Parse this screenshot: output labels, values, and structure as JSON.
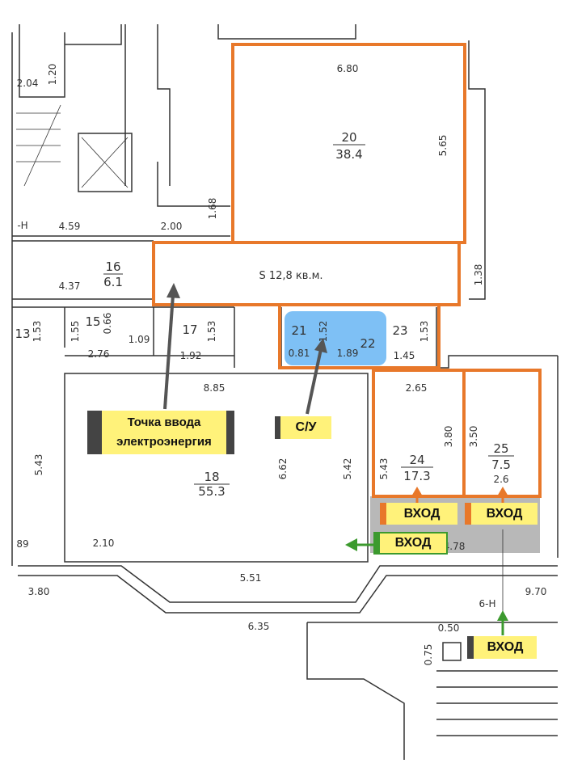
{
  "colors": {
    "outline": "#e8782a",
    "bathroom": "#7ec0f5",
    "entrance_zone": "#b5b5b5",
    "label_bg": "#fff27a",
    "arrow_green": "#3c9a2e",
    "arrow_gray": "#555555"
  },
  "rooms": {
    "r20": {
      "num": "20",
      "area": "38.4"
    },
    "r16": {
      "num": "16",
      "area": "6.1"
    },
    "r18": {
      "num": "18",
      "area": "55.3"
    },
    "r24": {
      "num": "24",
      "area": "17.3"
    },
    "r25": {
      "num": "25",
      "area": "7.5"
    },
    "r21": "21",
    "r22": "22",
    "r23": "23",
    "r15": "15",
    "r17": "17",
    "r13": "13"
  },
  "corridor_area": "S 12,8 кв.м.",
  "dims": [
    "6.80",
    "5.65",
    "2.04",
    "1.20",
    "4.59",
    "-Н",
    "2.00",
    "1.68",
    "4.37",
    "1.53",
    "1.55",
    "0.66",
    "1.09",
    "2.76",
    "1.53",
    "1.92",
    "1.38",
    "0.81",
    "1.52",
    "1.89",
    "1.53",
    "1.45",
    "2.65",
    "3.80",
    "5.43",
    "3.50",
    "2.6",
    "8.85",
    "6.62",
    "5.42",
    "5.43",
    "89",
    "2.10",
    "5.51",
    "6.35",
    "3.80",
    "9.70",
    "6-Н",
    "0.50",
    "0.75",
    "4.78"
  ],
  "labels": {
    "power_entry": "Точка ввода электроэнергия",
    "bathroom": "С/У",
    "entrance_24": "ВХОД",
    "entrance_25": "ВХОД",
    "entrance_main": "ВХОД",
    "entrance_street": "ВХОД"
  }
}
